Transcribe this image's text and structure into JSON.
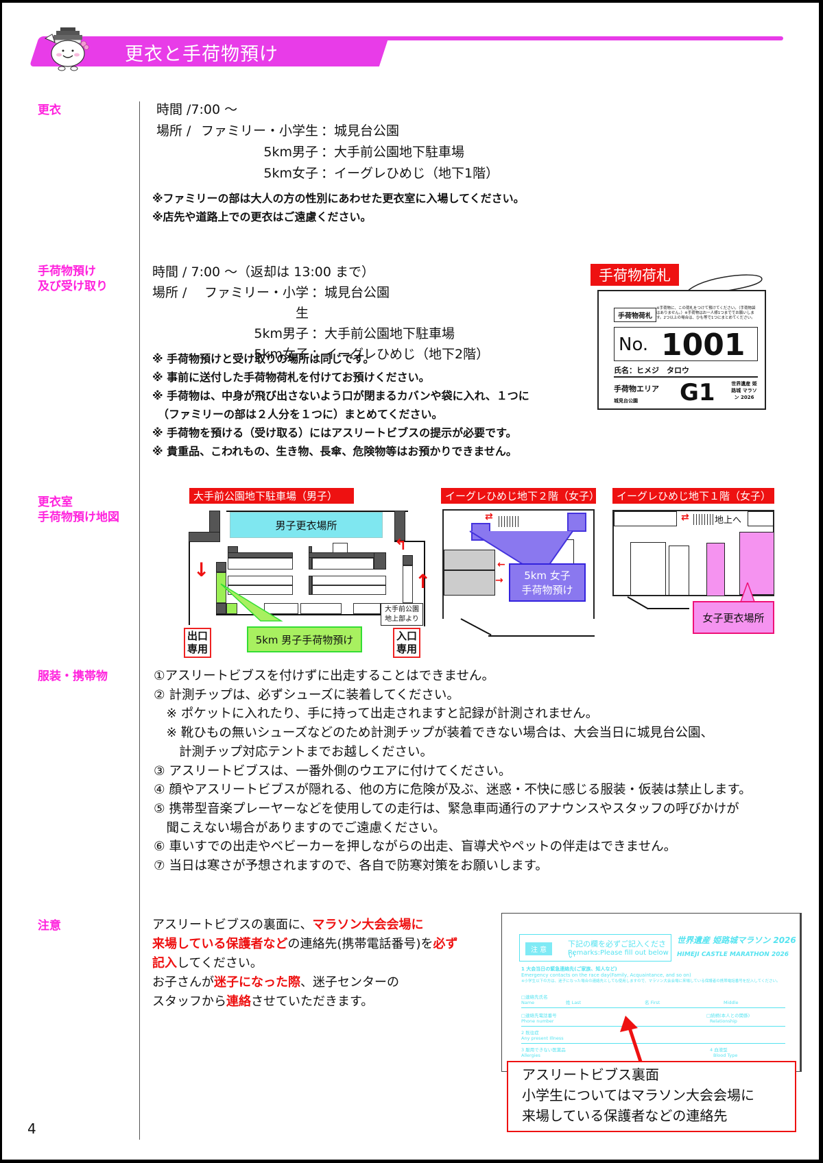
{
  "header": {
    "title": "更衣と手荷物預け",
    "accent_color": "#e83ce8"
  },
  "sections": {
    "changing": {
      "label": "更衣",
      "time": "時間 /7:00 〜",
      "place_prefix": "場所 /",
      "places": [
        {
          "group": "ファミリー・小学生",
          "location": "：城見台公園"
        },
        {
          "group": "5km男子",
          "location": "：大手前公園地下駐車場"
        },
        {
          "group": "5km女子",
          "location": "：イーグレひめじ（地下1階）"
        }
      ],
      "notes": [
        "※ファミリーの部は大人の方の性別にあわせた更衣室に入場してください。",
        "※店先や道路上での更衣はご遠慮ください。"
      ]
    },
    "baggage": {
      "label_line1": "手荷物預け",
      "label_line2": "及び受け取り",
      "time": "時間 / 7:00 〜（返却は 13:00 まで）",
      "place_prefix": "場所 /",
      "places": [
        {
          "group": "ファミリー・小学生",
          "location": "：城見台公園"
        },
        {
          "group": "5km男子",
          "location": "：大手前公園地下駐車場"
        },
        {
          "group": "5km女子",
          "location": "：イーグレひめじ（地下2階）"
        }
      ],
      "notes": [
        "※ 手荷物預けと受け取りの場所は同じです。",
        "※ 事前に送付した手荷物荷札を付けてお預けください。",
        "※ 手荷物は、中身が飛び出さないよう口が閉まるカバンや袋に入れ、１つに",
        "　（ファミリーの部は２人分を１つに）まとめてください。",
        "※ 手荷物を預ける（受け取る）にはアスリートビブスの提示が必要です。",
        "※ 貴重品、こわれもの、生き物、長傘、危険物等はお預かりできません。"
      ],
      "tag": {
        "title": "手荷物荷札",
        "label": "手荷物荷札",
        "small_text": "※手荷物に、この荷札をつけて預けてください。（手荷物袋はありません。）※手荷物はお一人様1つまででお願いします。2つ以上の場合は、ひも等で1つにまとめてください。",
        "no_prefix": "No.",
        "number": "1001",
        "name": "氏名：ヒメジ　タロウ",
        "area_label": "手荷物エリア",
        "park": "城見台公園",
        "area_code": "G1",
        "logo": "世界遺産 姫路城 マラソン 2026"
      }
    },
    "map": {
      "label_line1": "更衣室",
      "label_line2": "手荷物預け地図",
      "maps": [
        {
          "title": "大手前公園地下駐車場（男子）",
          "changing_area": "男子更衣場所",
          "baggage_callout": "5km 男子手荷物預け",
          "exit": [
            "出口",
            "専用"
          ],
          "entrance": [
            "入口",
            "専用"
          ],
          "from_above": [
            "大手前公園",
            "地上部より"
          ]
        },
        {
          "title": "イーグレひめじ地下２階（女子）",
          "baggage_callout": [
            "5km 女子",
            "手荷物預け"
          ]
        },
        {
          "title": "イーグレひめじ地下１階（女子）",
          "stairs_label": "地上へ",
          "changing_callout": "女子更衣場所"
        }
      ]
    },
    "clothing": {
      "label": "服装・携帯物",
      "items": [
        "①アスリートビブスを付けずに出走することはできません。",
        "② 計測チップは、必ずシューズに装着してください。",
        "　※ ポケットに入れたり、手に持って出走されますと記録が計測されません。",
        "　※ 靴ひもの無いシューズなどのため計測チップが装着できない場合は、大会当日に城見台公園、",
        "　　計測チップ対応テントまでお越しください。",
        "③ アスリートビブスは、一番外側のウエアに付けてください。",
        "④ 顔やアスリートビブスが隠れる、他の方に危険が及ぶ、迷惑・不快に感じる服装・仮装は禁止します。",
        "⑤ 携帯型音楽プレーヤーなどを使用しての走行は、緊急車両通行のアナウンスやスタッフの呼びかけが",
        "　聞こえない場合がありますのでご遠慮ください。",
        "⑥ 車いすでの出走やベビーカーを押しながらの出走、盲導犬やペットの伴走はできません。",
        "⑦ 当日は寒さが予想されますので、各自で防寒対策をお願いします。"
      ]
    },
    "caution": {
      "label": "注意",
      "p1_a": "アスリートビブスの裏面に、",
      "p1_b": "マラソン大会会場に",
      "p1_c": "来場している保護者など",
      "p1_d": "の連絡先(携帯電話番号)を",
      "p1_e": "必ず",
      "p1_f": "記入",
      "p1_g": "してください。",
      "p2_a": "お子さんが",
      "p2_b": "迷子になった際",
      "p2_c": "、迷子センターの",
      "p2_d": "スタッフから",
      "p2_e": "連絡",
      "p2_f": "させていただきます。",
      "bib": {
        "badge": "注 意",
        "heading_jp": "下記の欄を必ずご記入ください",
        "heading_en": "Remarks:Please fill out below",
        "brand_jp": "世界遺産 姫路城マラソン 2026",
        "brand_en": "HIMEJI CASTLE MARATHON 2026",
        "item1_jp": "1 大会当日の緊急連絡先(ご家族、知人など)",
        "item1_en": "Emergency contacts on the race day(Family, Acquaintance, and so on)",
        "item1_note": "※小学生以下の方は、迷子になった場合の連絡先としても使用しますので、マラソン大会会場に来場している保護者の携帯電話番号を記入してください。",
        "name_jp": "□連絡先氏名",
        "name_en": "Name",
        "last": "姓 Last",
        "first": "名 First",
        "middle": "Middle",
        "phone_jp": "□連絡先電話番号",
        "phone_en": "Phone number",
        "rel_jp": "□続柄(本人との関係)",
        "rel_en": "Relationship",
        "item2_jp": "2 既往症",
        "item2_en": "Any present Illness",
        "item3_jp": "3 服用できない医薬品",
        "item3_en": "Allergies",
        "item4_jp": "4 血液型",
        "item4_en": "Blood Type"
      },
      "callout": [
        "アスリートビブス裏面",
        "小学生についてはマラソン大会会場に",
        "来場している保護者などの連絡先"
      ]
    }
  },
  "footer": {
    "page_number": "4"
  }
}
